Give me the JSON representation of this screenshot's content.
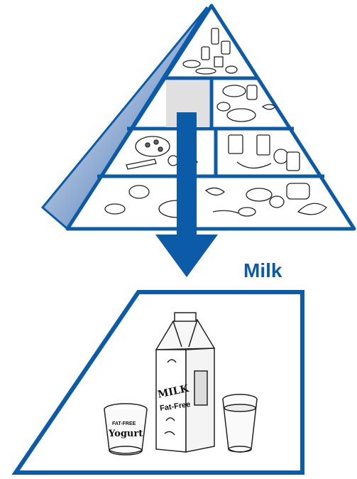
{
  "diagram": {
    "callout_label": "Milk",
    "carton_label": "MILK",
    "carton_sublabel": "Fat-Free",
    "yogurt_top": "FAT-FREE",
    "yogurt_label": "Yogurt",
    "colors": {
      "primary_blue": "#0b5ba8",
      "highlight_gray": "#e0e0e0",
      "ink": "#222222"
    },
    "icons": [
      "food-pyramid",
      "down-arrow",
      "milk-carton",
      "yogurt-cup",
      "glass-of-milk"
    ]
  }
}
